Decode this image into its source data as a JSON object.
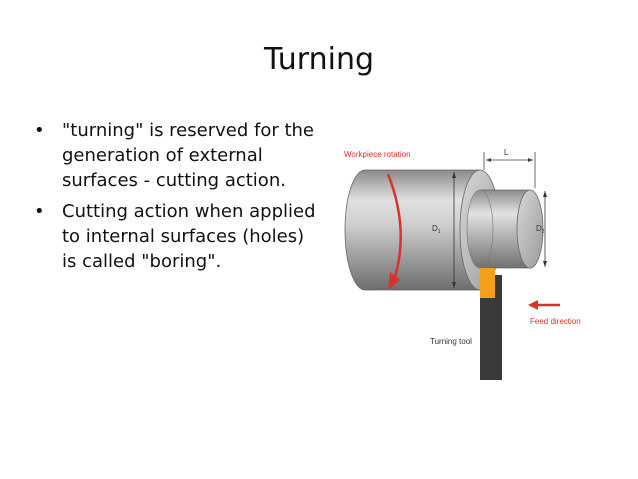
{
  "slide": {
    "title": "Turning",
    "bullets": [
      "\"turning\" is reserved for the generation of external surfaces - cutting action.",
      "Cutting action when applied to internal surfaces (holes) is called \"boring\"."
    ]
  },
  "diagram": {
    "rotation_label": "Workpiece rotation",
    "length_label": "L",
    "d1_label": "D",
    "d1_sub": "1",
    "d2_label": "D",
    "d2_sub": "2",
    "feed_label": "Feed direction",
    "tool_label": "Turning tool",
    "colors": {
      "arrow": "#d9322b",
      "tool_tip": "#f5a01a",
      "tool_body": "#3a3a3a"
    }
  }
}
